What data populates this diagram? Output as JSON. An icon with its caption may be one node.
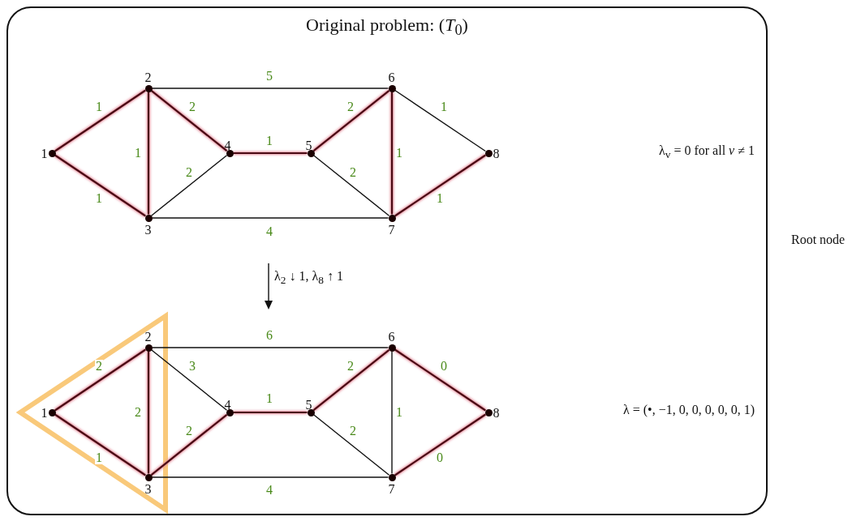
{
  "diagram": {
    "nodes": [
      {
        "text": [
          "Original problem: (*T*$_{0}$)"
        ]
      },
      {
        "text": [
          "1"
        ],
        "in": 0
      },
      {
        "text": [
          "2"
        ],
        "in": 0
      },
      {
        "text": [
          "3"
        ],
        "in": 0
      },
      {
        "text": [
          "4"
        ],
        "in": 0
      },
      {
        "text": [
          "5"
        ],
        "in": 0
      },
      {
        "text": [
          "6"
        ],
        "in": 0
      },
      {
        "text": [
          "7"
        ],
        "in": 0
      },
      {
        "text": [
          "8"
        ],
        "in": 0
      },
      {
        "text": [
          "1"
        ],
        "in": 0
      },
      {
        "text": [
          "2"
        ],
        "in": 0
      },
      {
        "text": [
          "3"
        ],
        "in": 0
      },
      {
        "text": [
          "4"
        ],
        "in": 0
      },
      {
        "text": [
          "5"
        ],
        "in": 0
      },
      {
        "text": [
          "6"
        ],
        "in": 0
      },
      {
        "text": [
          "7"
        ],
        "in": 0
      },
      {
        "text": [
          "8"
        ],
        "in": 0
      }
    ],
    "edges": [
      {
        "from": 1,
        "to": 2,
        "arrow": "none",
        "label": "1"
      },
      {
        "from": 1,
        "to": 3,
        "arrow": "none",
        "label": "1"
      },
      {
        "from": 2,
        "to": 3,
        "arrow": "none",
        "label": "1"
      },
      {
        "from": 2,
        "to": 4,
        "arrow": "none",
        "label": "2"
      },
      {
        "from": 3,
        "to": 4,
        "arrow": "none",
        "label": "2",
        "color": "#111111"
      },
      {
        "from": 2,
        "to": 6,
        "arrow": "none",
        "label": "5",
        "color": "#111111"
      },
      {
        "from": 3,
        "to": 7,
        "arrow": "none",
        "label": "4",
        "color": "#111111"
      },
      {
        "from": 4,
        "to": 5,
        "arrow": "none",
        "label": "1"
      },
      {
        "from": 5,
        "to": 6,
        "arrow": "none",
        "label": "2"
      },
      {
        "from": 5,
        "to": 7,
        "arrow": "none",
        "label": "2",
        "color": "#111111"
      },
      {
        "from": 6,
        "to": 7,
        "arrow": "none",
        "label": "1"
      },
      {
        "from": 6,
        "to": 8,
        "arrow": "none",
        "label": "1",
        "color": "#111111"
      },
      {
        "from": 7,
        "to": 8,
        "arrow": "none",
        "label": "1"
      },
      {
        "from": 9,
        "to": 10,
        "arrow": "none",
        "label": "2"
      },
      {
        "from": 9,
        "to": 11,
        "arrow": "none",
        "label": "1"
      },
      {
        "from": 10,
        "to": 11,
        "arrow": "none",
        "label": "2"
      },
      {
        "from": 10,
        "to": 12,
        "arrow": "none",
        "label": "3",
        "color": "#111111"
      },
      {
        "from": 11,
        "to": 12,
        "arrow": "none",
        "label": "2"
      },
      {
        "from": 10,
        "to": 14,
        "arrow": "none",
        "label": "6",
        "color": "#111111"
      },
      {
        "from": 11,
        "to": 15,
        "arrow": "none",
        "label": "4",
        "color": "#111111"
      },
      {
        "from": 12,
        "to": 13,
        "arrow": "none",
        "label": "1"
      },
      {
        "from": 13,
        "to": 14,
        "arrow": "none",
        "label": "2"
      },
      {
        "from": 13,
        "to": 15,
        "arrow": "none",
        "label": "2",
        "color": "#111111"
      },
      {
        "from": 14,
        "to": 15,
        "arrow": "none",
        "label": "1",
        "color": "#111111"
      },
      {
        "from": 14,
        "to": 16,
        "arrow": "none",
        "label": "0"
      },
      {
        "from": 15,
        "to": 16,
        "arrow": "none",
        "label": "0"
      }
    ],
    "labels": [
      "λ$_{v}$ = 0 for all *v* ≠ 1",
      "Root node",
      "λ$_{2}$ ↓ 1, λ$_{8}$ ↑ 1",
      "λ = (•, −1, 0, 0, 0, 0, 0, 1)"
    ]
  }
}
